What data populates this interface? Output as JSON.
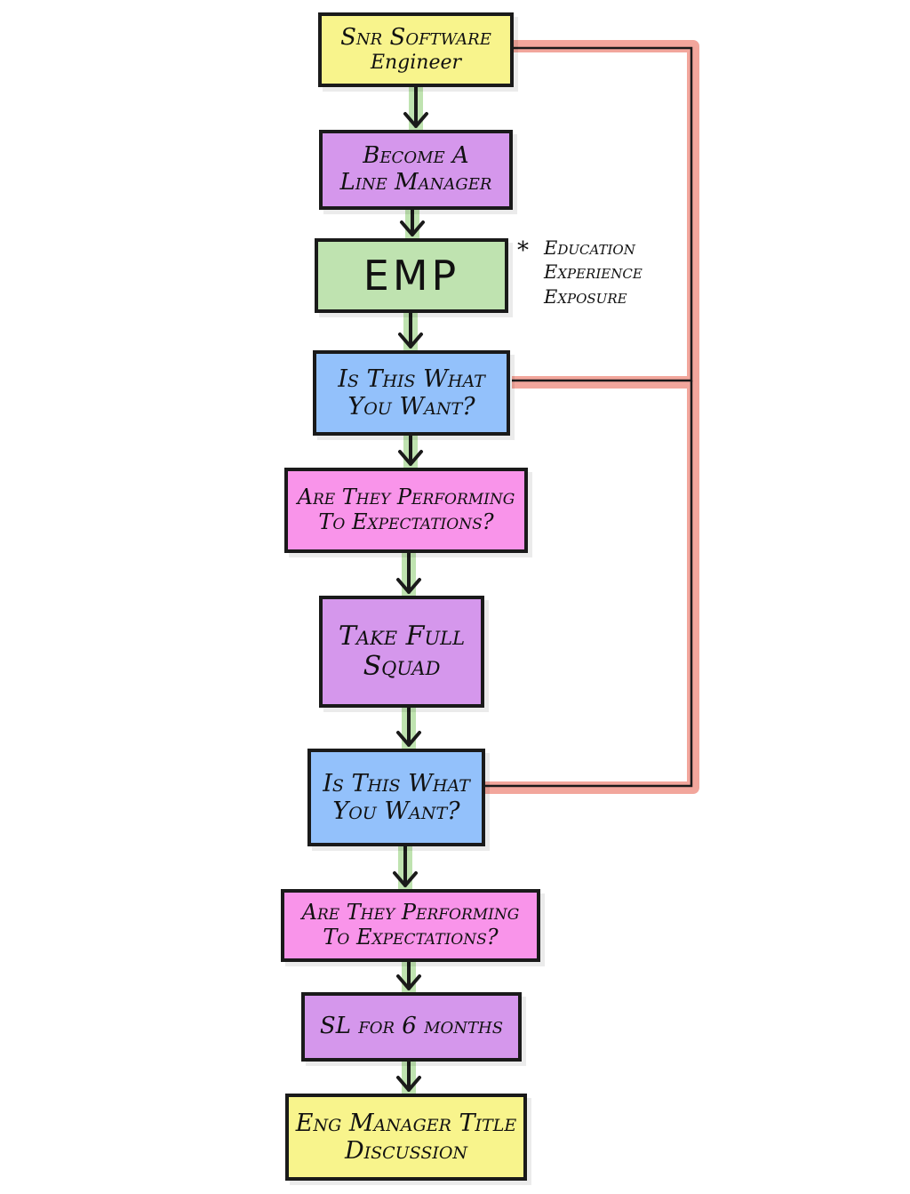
{
  "flow": {
    "steps": [
      {
        "id": "snr",
        "lines": [
          "Snr Software",
          "Engineer"
        ],
        "color": "#f8f48c"
      },
      {
        "id": "line-manager",
        "lines": [
          "Become A",
          "Line Manager"
        ],
        "color": "#d597ec"
      },
      {
        "id": "emp",
        "lines": [
          "EMP"
        ],
        "color": "#bfe3b0"
      },
      {
        "id": "want-1",
        "lines": [
          "Is This What",
          "You Want?"
        ],
        "color": "#93c1fb"
      },
      {
        "id": "perform-1",
        "lines": [
          "Are They Performing",
          "To Expectations?"
        ],
        "color": "#f994ea"
      },
      {
        "id": "squad",
        "lines": [
          "Take Full",
          "Squad"
        ],
        "color": "#d597ec"
      },
      {
        "id": "want-2",
        "lines": [
          "Is This What",
          "You Want?"
        ],
        "color": "#93c1fb"
      },
      {
        "id": "perform-2",
        "lines": [
          "Are They Performing",
          "To Expectations?"
        ],
        "color": "#f994ea"
      },
      {
        "id": "sl",
        "lines": [
          "SL for 6 months"
        ],
        "color": "#d597ec"
      },
      {
        "id": "title",
        "lines": [
          "Eng Manager Title",
          "Discussion"
        ],
        "color": "#f8f48c"
      }
    ]
  },
  "emp_note": {
    "marker": "*",
    "items": [
      "Education",
      "Experience",
      "Exposure"
    ]
  },
  "colors": {
    "arrow_highlight": "#bfe3b0",
    "feedback_loop": "#f2a69c",
    "ink": "#1a1a1a"
  }
}
